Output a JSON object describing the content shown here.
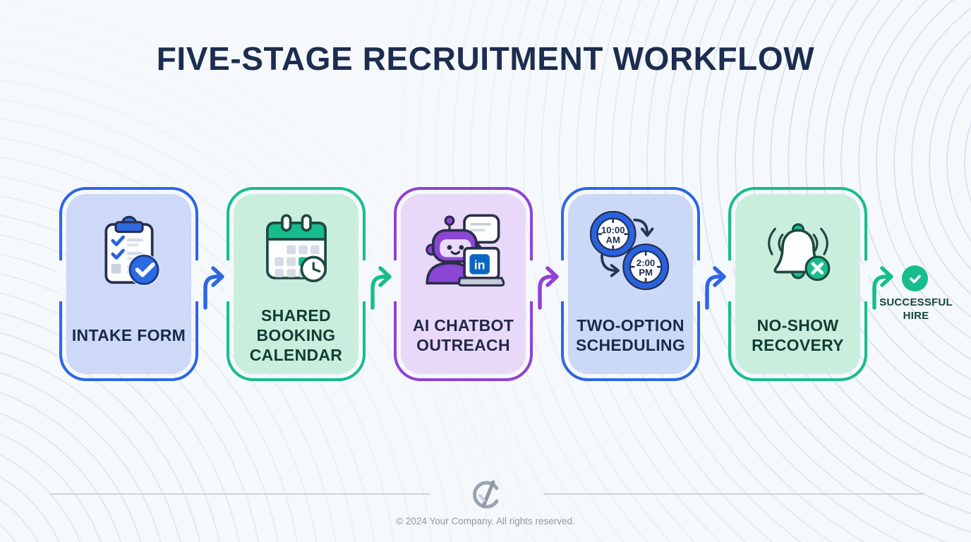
{
  "title": "FIVE-STAGE RECRUITMENT WORKFLOW",
  "colors": {
    "background": "#f6f9fc",
    "title": "#1d2d4f",
    "accent_blue": "#2e66e5",
    "accent_green": "#17bd8d",
    "accent_purple": "#8f42d6",
    "linkedin_blue": "#0a66c2"
  },
  "stages": [
    {
      "label": "INTAKE FORM",
      "icon": "clipboard-checklist-icon",
      "accent": "#2e66e5",
      "fill": "#cdd9f6",
      "label_color": "#182a4d"
    },
    {
      "label": "SHARED BOOKING CALENDAR",
      "icon": "calendar-clock-icon",
      "accent": "#17bd8d",
      "fill": "#c9eedd",
      "label_color": "#123d33"
    },
    {
      "label": "AI CHATBOT OUTREACH",
      "icon": "robot-linkedin-chat-icon",
      "accent": "#8f42d6",
      "fill": "#e9d9f8",
      "label_color": "#23284a",
      "linkedin_label": "in"
    },
    {
      "label": "TWO-OPTION SCHEDULING",
      "icon": "two-clocks-swap-icon",
      "accent": "#2e66e5",
      "fill": "#ccd9f6",
      "label_color": "#182a4d",
      "clock_a_time": "10:00",
      "clock_a_period": "AM",
      "clock_b_time": "2:00",
      "clock_b_period": "PM"
    },
    {
      "label": "NO-SHOW RECOVERY",
      "icon": "bell-missed-alert-icon",
      "accent": "#17bd8d",
      "fill": "#c9eedd",
      "label_color": "#123d33"
    }
  ],
  "outcome": {
    "label": "SUCCESSFUL HIRE",
    "icon": "check-circle-icon",
    "accent": "#17bd8d",
    "label_color": "#17453a"
  },
  "footer": {
    "copyright": "© 2024 Your Company. All rights reserved.",
    "logo": "company-monogram-logo"
  }
}
